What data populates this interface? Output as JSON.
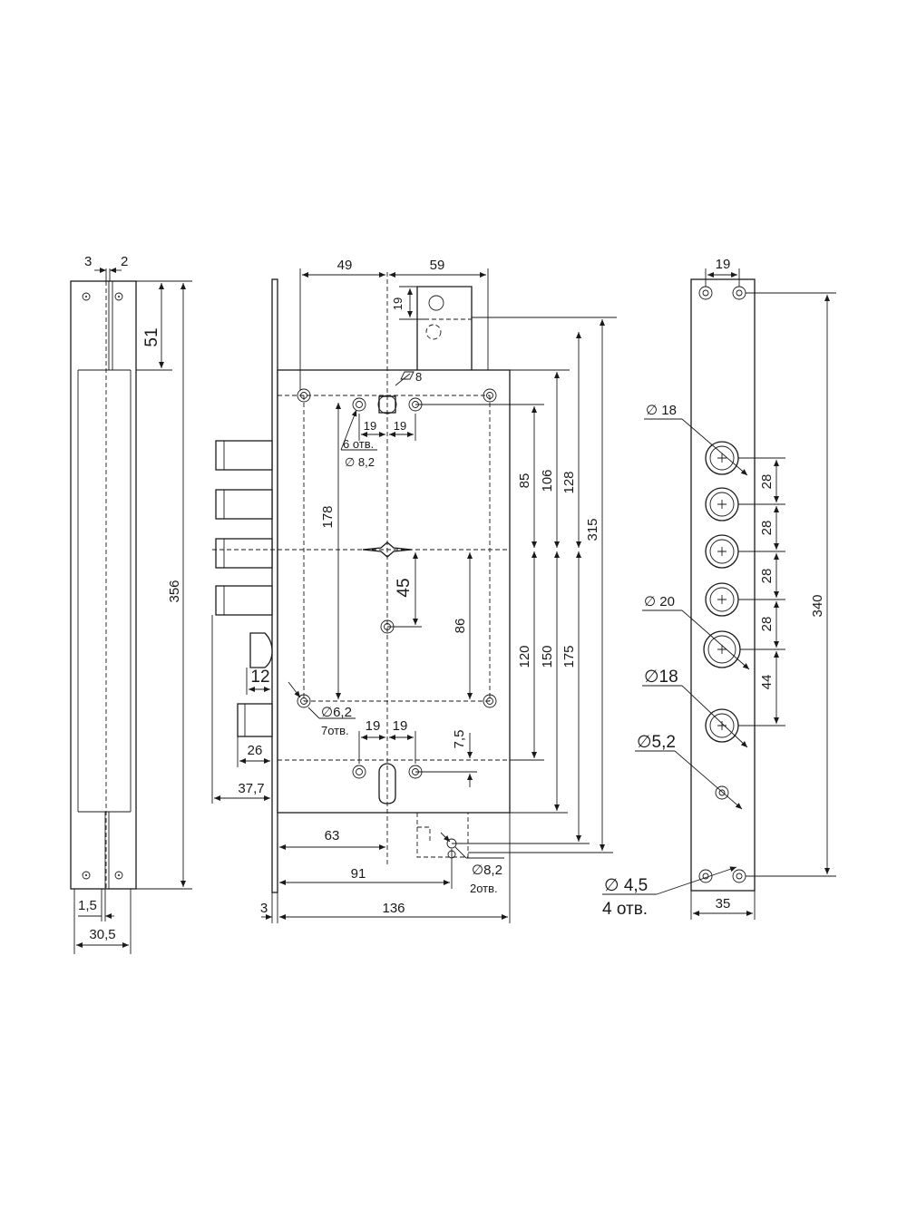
{
  "side_view": {
    "dim_3": "3",
    "dim_2": "2",
    "dim_51": "51",
    "dim_356": "356",
    "dim_1_5": "1,5",
    "dim_30_5": "30,5"
  },
  "front_view": {
    "dim_49": "49",
    "dim_59": "59",
    "dim_19_top": "19",
    "dim_8": "8",
    "dim_19_a": "19",
    "dim_19_b": "19",
    "holes_count_6": "6 отв.",
    "hole_dia_8_2": "∅ 8,2",
    "dim_178": "178",
    "dim_45": "45",
    "dim_86": "86",
    "dim_85": "85",
    "dim_106": "106",
    "dim_128": "128",
    "dim_315": "315",
    "dim_120": "120",
    "dim_150": "150",
    "dim_175": "175",
    "dim_12": "12",
    "hole_dia_6_2": "∅6,2",
    "holes_count_7": "7отв.",
    "dim_19_c": "19",
    "dim_19_d": "19",
    "dim_7_5": "7,5",
    "dim_26": "26",
    "dim_37_7": "37,7",
    "dim_63": "63",
    "dim_91": "91",
    "hole_dia_8_2_b": "∅8,2",
    "holes_count_2": "2отв.",
    "dim_3": "3",
    "dim_136": "136"
  },
  "strike_plate": {
    "dim_19": "19",
    "dia_18_top": "∅ 18",
    "dia_20": "∅ 20",
    "dia_18_bottom": "∅18",
    "dia_5_2": "∅5,2",
    "dim_28_a": "28",
    "dim_28_b": "28",
    "dim_28_c": "28",
    "dim_28_d": "28",
    "dim_44": "44",
    "dim_340": "340",
    "dia_4_5": "∅ 4,5",
    "holes_count_4": "4 отв.",
    "dim_35": "35"
  }
}
